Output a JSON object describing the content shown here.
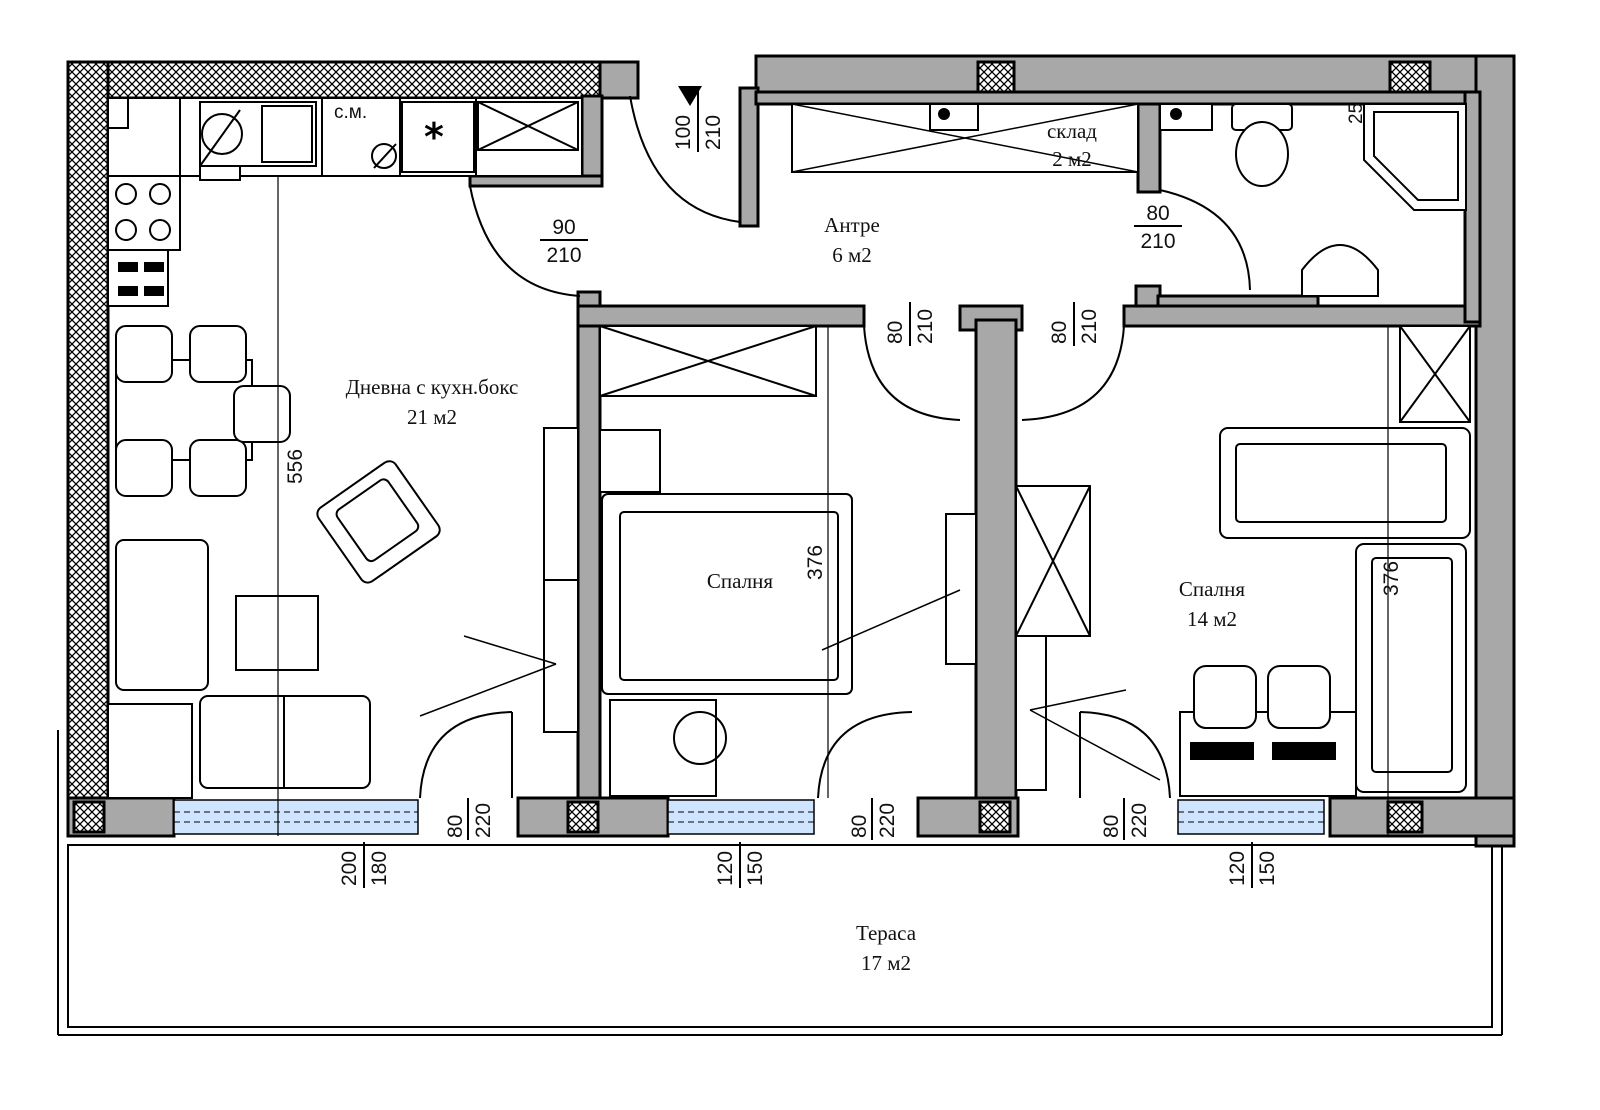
{
  "rooms": {
    "living": {
      "name": "Дневна с кухн.бокс",
      "area": "21 м2"
    },
    "hall": {
      "name": "Антре",
      "area": "6 м2"
    },
    "storage": {
      "name": "склад",
      "area": "2 м2"
    },
    "bedroom1": {
      "name": "Спалня"
    },
    "bedroom2": {
      "name": "Спалня",
      "area": "14 м2"
    },
    "terrace": {
      "name": "Тераса",
      "area": "17 м2"
    }
  },
  "labels": {
    "washing_machine": "с.м.",
    "fridge_symbol": "*",
    "bath_partial": "25"
  },
  "doors": {
    "entrance": {
      "w": "100",
      "h": "210"
    },
    "living": {
      "w": "90",
      "h": "210"
    },
    "bathroom": {
      "w": "80",
      "h": "210"
    },
    "bedroom1": {
      "w": "80",
      "h": "210"
    },
    "bedroom2": {
      "w": "80",
      "h": "210"
    },
    "terrace_living": {
      "w": "80",
      "h": "220"
    },
    "terrace_bed1": {
      "w": "80",
      "h": "220"
    },
    "terrace_bed2": {
      "w": "80",
      "h": "220"
    }
  },
  "windows": {
    "living": {
      "w": "200",
      "h": "180"
    },
    "bed1": {
      "w": "120",
      "h": "150"
    },
    "bed2": {
      "w": "120",
      "h": "150"
    }
  },
  "dimensions": {
    "living_depth": "556",
    "bed1_depth": "376",
    "bed2_depth": "376"
  },
  "colors": {
    "wall": "#a8a8a8",
    "glass": "#cfe4ff",
    "line": "#000000"
  }
}
